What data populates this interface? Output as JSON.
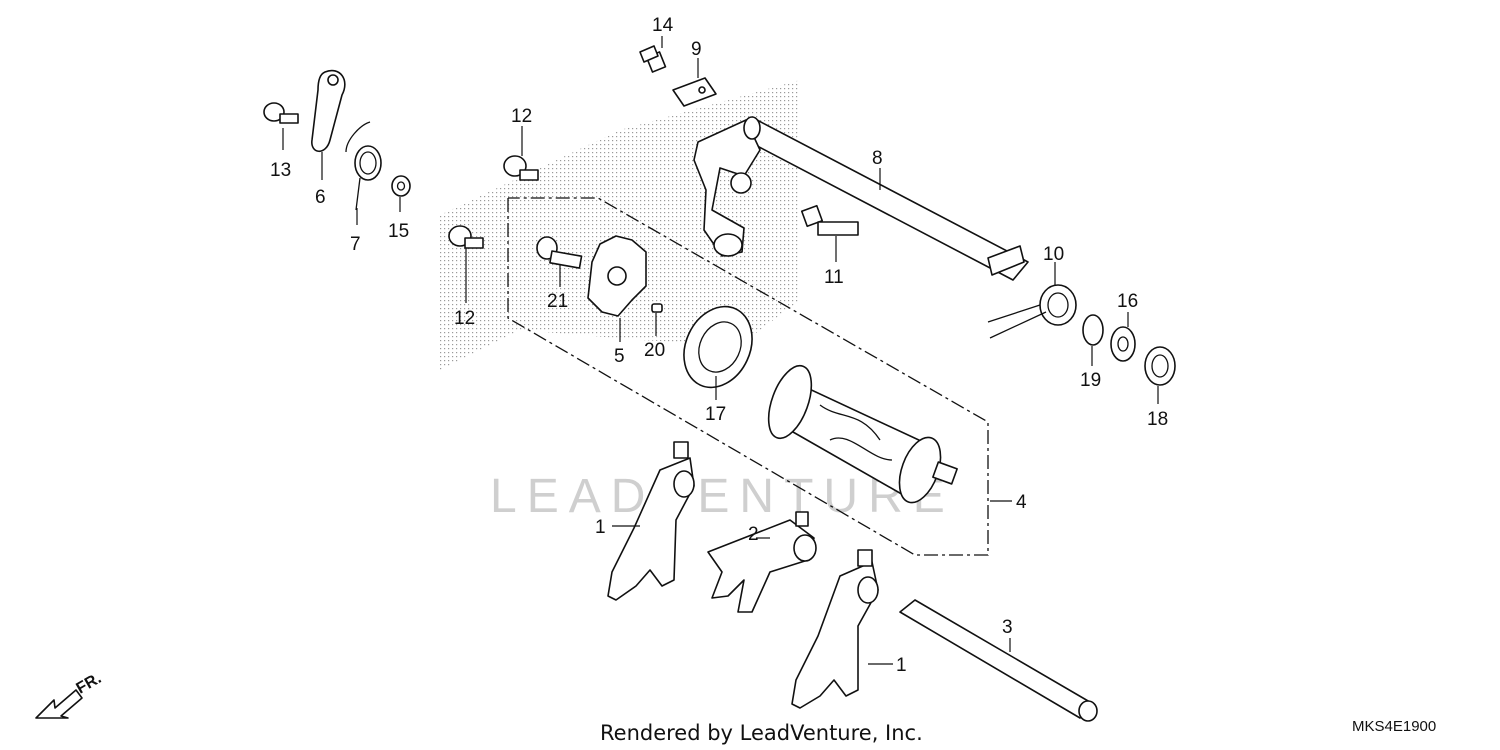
{
  "watermark": "LEADVENTURE",
  "footer": {
    "rendered_by": "Rendered by LeadVenture, Inc.",
    "diagram_code": "MKS4E1900"
  },
  "direction_marker": {
    "label": "FR.",
    "icon": "front-arrow-icon"
  },
  "callouts": [
    {
      "id": "c14",
      "label": "14"
    },
    {
      "id": "c9",
      "label": "9"
    },
    {
      "id": "c12a",
      "label": "12"
    },
    {
      "id": "c13",
      "label": "13"
    },
    {
      "id": "c6",
      "label": "6"
    },
    {
      "id": "c7",
      "label": "7"
    },
    {
      "id": "c15",
      "label": "15"
    },
    {
      "id": "c8",
      "label": "8"
    },
    {
      "id": "c11",
      "label": "11"
    },
    {
      "id": "c21",
      "label": "21"
    },
    {
      "id": "c12b",
      "label": "12"
    },
    {
      "id": "c5",
      "label": "5"
    },
    {
      "id": "c20",
      "label": "20"
    },
    {
      "id": "c10",
      "label": "10"
    },
    {
      "id": "c16",
      "label": "16"
    },
    {
      "id": "c19",
      "label": "19"
    },
    {
      "id": "c18",
      "label": "18"
    },
    {
      "id": "c17",
      "label": "17"
    },
    {
      "id": "c4",
      "label": "4"
    },
    {
      "id": "c1a",
      "label": "1"
    },
    {
      "id": "c2",
      "label": "2"
    },
    {
      "id": "c3",
      "label": "3"
    },
    {
      "id": "c1b",
      "label": "1"
    }
  ]
}
